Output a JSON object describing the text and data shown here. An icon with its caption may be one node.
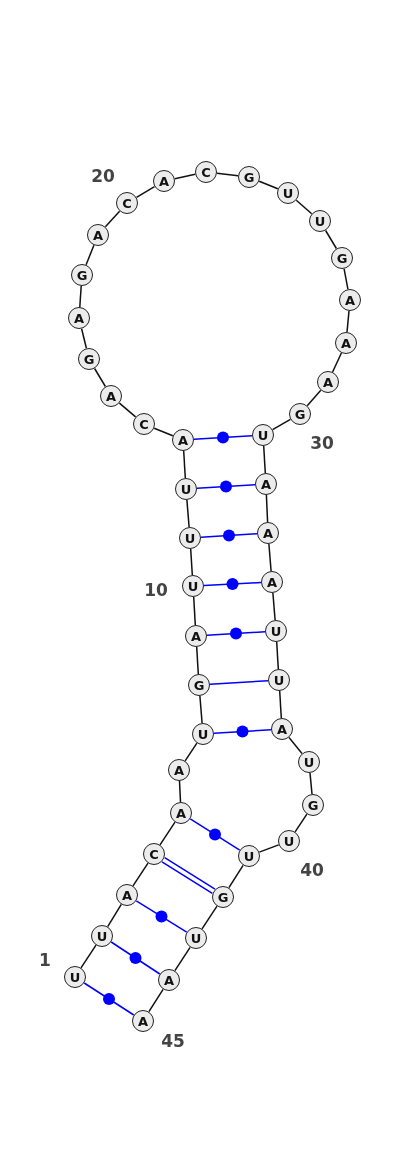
{
  "diagram": {
    "nodes": [
      {
        "text": [
          "U"
        ]
      },
      {
        "text": [
          "U"
        ]
      },
      {
        "text": [
          "A"
        ]
      },
      {
        "text": [
          "C"
        ]
      },
      {
        "text": [
          "A"
        ]
      },
      {
        "text": [
          "A"
        ]
      },
      {
        "text": [
          "U"
        ]
      },
      {
        "text": [
          "G"
        ]
      },
      {
        "text": [
          "A"
        ]
      },
      {
        "text": [
          "U"
        ]
      },
      {
        "text": [
          "U"
        ]
      },
      {
        "text": [
          "U"
        ]
      },
      {
        "text": [
          "A"
        ]
      },
      {
        "text": [
          "C"
        ]
      },
      {
        "text": [
          "A"
        ]
      },
      {
        "text": [
          "G"
        ]
      },
      {
        "text": [
          "A"
        ]
      },
      {
        "text": [
          "G"
        ]
      },
      {
        "text": [
          "A"
        ]
      },
      {
        "text": [
          "C"
        ]
      },
      {
        "text": [
          "A"
        ]
      },
      {
        "text": [
          "C"
        ]
      },
      {
        "text": [
          "G"
        ]
      },
      {
        "text": [
          "U"
        ]
      },
      {
        "text": [
          "U"
        ]
      },
      {
        "text": [
          "G"
        ]
      },
      {
        "text": [
          "A"
        ]
      },
      {
        "text": [
          "A"
        ]
      },
      {
        "text": [
          "A"
        ]
      },
      {
        "text": [
          "G"
        ]
      },
      {
        "text": [
          "U"
        ]
      },
      {
        "text": [
          "A"
        ]
      },
      {
        "text": [
          "A"
        ]
      },
      {
        "text": [
          "A"
        ]
      },
      {
        "text": [
          "U"
        ]
      },
      {
        "text": [
          "U"
        ]
      },
      {
        "text": [
          "A"
        ]
      },
      {
        "text": [
          "U"
        ]
      },
      {
        "text": [
          "G"
        ]
      },
      {
        "text": [
          "U"
        ]
      },
      {
        "text": [
          "U"
        ]
      },
      {
        "text": [
          "G"
        ]
      },
      {
        "text": [
          "U"
        ]
      },
      {
        "text": [
          "A"
        ]
      },
      {
        "text": [
          "A"
        ]
      }
    ],
    "edges": [
      {
        "from": 0,
        "to": 1,
        "arrow": "none"
      },
      {
        "from": 1,
        "to": 2,
        "arrow": "none"
      },
      {
        "from": 2,
        "to": 3,
        "arrow": "none"
      },
      {
        "from": 3,
        "to": 4,
        "arrow": "none"
      },
      {
        "from": 4,
        "to": 5,
        "arrow": "none"
      },
      {
        "from": 5,
        "to": 6,
        "arrow": "none"
      },
      {
        "from": 6,
        "to": 7,
        "arrow": "none"
      },
      {
        "from": 7,
        "to": 8,
        "arrow": "none"
      },
      {
        "from": 8,
        "to": 9,
        "arrow": "none"
      },
      {
        "from": 9,
        "to": 10,
        "arrow": "none"
      },
      {
        "from": 10,
        "to": 11,
        "arrow": "none"
      },
      {
        "from": 11,
        "to": 12,
        "arrow": "none"
      },
      {
        "from": 12,
        "to": 13,
        "arrow": "none"
      },
      {
        "from": 13,
        "to": 14,
        "arrow": "none"
      },
      {
        "from": 14,
        "to": 15,
        "arrow": "none"
      },
      {
        "from": 15,
        "to": 16,
        "arrow": "none"
      },
      {
        "from": 16,
        "to": 17,
        "arrow": "none"
      },
      {
        "from": 17,
        "to": 18,
        "arrow": "none"
      },
      {
        "from": 18,
        "to": 19,
        "arrow": "none"
      },
      {
        "from": 19,
        "to": 20,
        "arrow": "none"
      },
      {
        "from": 20,
        "to": 21,
        "arrow": "none"
      },
      {
        "from": 21,
        "to": 22,
        "arrow": "none"
      },
      {
        "from": 22,
        "to": 23,
        "arrow": "none"
      },
      {
        "from": 23,
        "to": 24,
        "arrow": "none"
      },
      {
        "from": 24,
        "to": 25,
        "arrow": "none"
      },
      {
        "from": 25,
        "to": 26,
        "arrow": "none"
      },
      {
        "from": 26,
        "to": 27,
        "arrow": "none"
      },
      {
        "from": 27,
        "to": 28,
        "arrow": "none"
      },
      {
        "from": 28,
        "to": 29,
        "arrow": "none"
      },
      {
        "from": 29,
        "to": 30,
        "arrow": "none"
      },
      {
        "from": 30,
        "to": 31,
        "arrow": "none"
      },
      {
        "from": 31,
        "to": 32,
        "arrow": "none"
      },
      {
        "from": 32,
        "to": 33,
        "arrow": "none"
      },
      {
        "from": 33,
        "to": 34,
        "arrow": "none"
      },
      {
        "from": 34,
        "to": 35,
        "arrow": "none"
      },
      {
        "from": 35,
        "to": 36,
        "arrow": "none"
      },
      {
        "from": 36,
        "to": 37,
        "arrow": "none"
      },
      {
        "from": 37,
        "to": 38,
        "arrow": "none"
      },
      {
        "from": 38,
        "to": 39,
        "arrow": "none"
      },
      {
        "from": 39,
        "to": 40,
        "arrow": "none"
      },
      {
        "from": 40,
        "to": 41,
        "arrow": "none"
      },
      {
        "from": 41,
        "to": 42,
        "arrow": "none"
      },
      {
        "from": 42,
        "to": 43,
        "arrow": "none"
      },
      {
        "from": 43,
        "to": 44,
        "arrow": "none"
      },
      {
        "from": 12,
        "to": 30,
        "arrow": "none",
        "color": "#0000ff"
      },
      {
        "from": 11,
        "to": 31,
        "arrow": "none",
        "color": "#0000ff"
      },
      {
        "from": 10,
        "to": 32,
        "arrow": "none",
        "color": "#0000ff"
      },
      {
        "from": 9,
        "to": 33,
        "arrow": "none",
        "color": "#0000ff"
      },
      {
        "from": 8,
        "to": 34,
        "arrow": "none",
        "color": "#0000ff"
      },
      {
        "from": 7,
        "to": 35,
        "arrow": "none",
        "color": "#0000ff"
      },
      {
        "from": 6,
        "to": 36,
        "arrow": "none",
        "color": "#0000ff"
      },
      {
        "from": 4,
        "to": 40,
        "arrow": "none",
        "color": "#0000ff"
      },
      {
        "from": 3,
        "to": 41,
        "arrow": "none",
        "color": "#0000ff"
      },
      {
        "from": 2,
        "to": 42,
        "arrow": "none",
        "color": "#0000ff"
      },
      {
        "from": 1,
        "to": 43,
        "arrow": "none",
        "color": "#0000ff"
      },
      {
        "from": 0,
        "to": 44,
        "arrow": "none",
        "color": "#0000ff"
      }
    ],
    "labels": [
      "20",
      "10",
      "1",
      "30",
      "40",
      "45"
    ]
  }
}
